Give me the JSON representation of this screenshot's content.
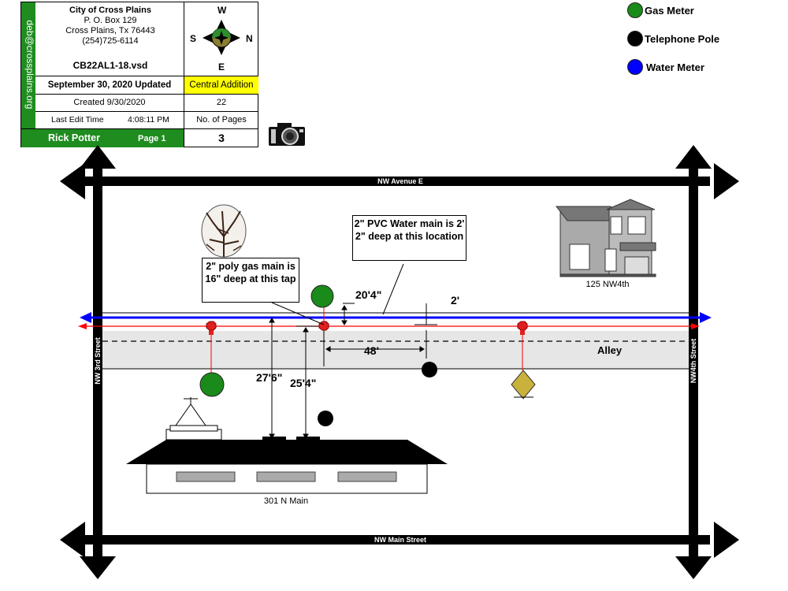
{
  "title_block": {
    "org_name": "City of Cross Plains",
    "address_1": "P. O. Box 129",
    "address_2": "Cross Plains, Tx  76443",
    "phone": "(254)725-6114",
    "filename": "CB22AL1-18.vsd",
    "email": "deb@crossplains.org",
    "updated": "September 30, 2020 Updated",
    "addition": "Central Addition",
    "created": "Created 9/30/2020",
    "created_value": "22",
    "last_edit_label": "Last Edit Time",
    "last_edit_time": "4:08:11 PM",
    "pages_label": "No. of Pages",
    "author": "Rick Potter",
    "page": "Page 1",
    "pages_value": "3"
  },
  "compass": {
    "north": "N",
    "south": "S",
    "east": "E",
    "west": "W"
  },
  "legend": [
    {
      "label": "Gas Meter",
      "color": "#1a8a1a"
    },
    {
      "label": "Telephone Pole",
      "color": "#000000"
    },
    {
      "label": "Water Meter",
      "color": "#0000ff"
    }
  ],
  "streets": {
    "top": "NW Avenue E",
    "bottom": "NW Main Street",
    "left": "NW 3rd Street",
    "right": "NW4th Street",
    "alley": "Alley"
  },
  "callouts": {
    "water_main": "2\" PVC Water main is 2' 2\" deep at this location",
    "gas_main": "2\" poly gas main is 16\" deep at this tap"
  },
  "dimensions": {
    "d1": "20'4\"",
    "d2": "2'",
    "d3": "48'",
    "d4": "27'6\"",
    "d5": "25'4\""
  },
  "buildings": {
    "house": "125 NW4th",
    "commercial": "301 N Main"
  },
  "colors": {
    "gas": "#1a8a1a",
    "water": "#0000ff",
    "gas_line": "#ff0000",
    "highlight": "#ffff00",
    "green_banner": "#1f8c1f",
    "alley_fill": "#e6e6e6"
  }
}
